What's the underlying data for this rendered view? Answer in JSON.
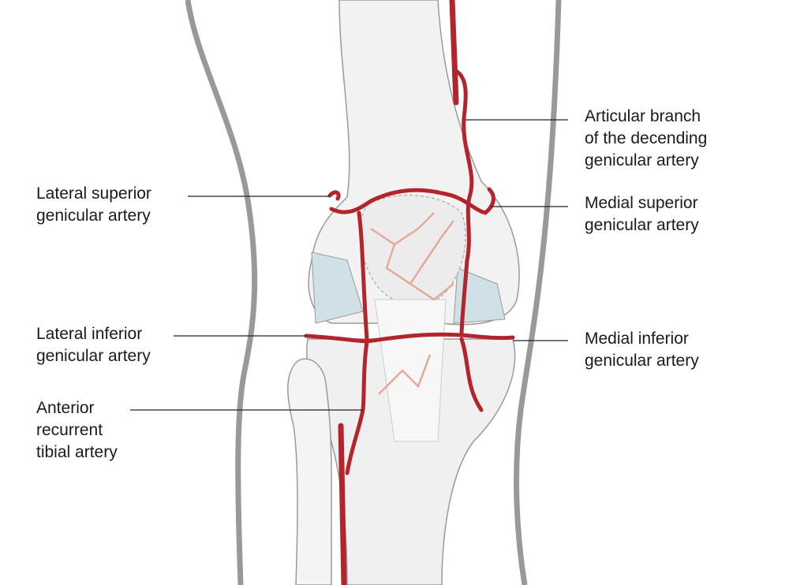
{
  "colors": {
    "artery": "#b3242b",
    "artery_fine": "#e8a79a",
    "bone": "#f2f2f2",
    "outline": "#8a8a8a",
    "cartilage": "#cfe0e6",
    "leader": "#222222"
  },
  "labels": {
    "articular_branch": [
      "Articular branch",
      "of the decending",
      "genicular artery"
    ],
    "medial_superior": [
      "Medial superior",
      "genicular artery"
    ],
    "medial_inferior": [
      "Medial inferior",
      "genicular artery"
    ],
    "lateral_superior": [
      "Lateral superior",
      "genicular artery"
    ],
    "lateral_inferior": [
      "Lateral inferior",
      "genicular artery"
    ],
    "anterior_recurrent": [
      "Anterior",
      "recurrent",
      "tibial artery"
    ]
  }
}
